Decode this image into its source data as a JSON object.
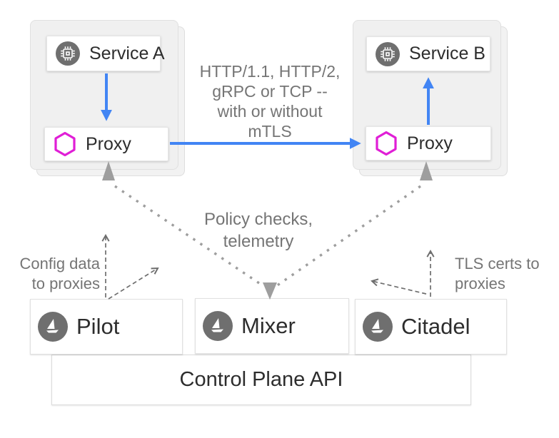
{
  "pods": {
    "left": {
      "service": "Service A",
      "proxy": "Proxy"
    },
    "right": {
      "service": "Service B",
      "proxy": "Proxy"
    }
  },
  "annotations": {
    "traffic": {
      "line1": "HTTP/1.1, HTTP/2,",
      "line2": "gRPC or TCP --",
      "line3": "with or without",
      "line4": "mTLS"
    },
    "policy": {
      "line1": "Policy checks,",
      "line2": "telemetry"
    },
    "config": {
      "line1": "Config data",
      "line2": "to proxies"
    },
    "tls": {
      "line1": "TLS certs to",
      "line2": "proxies"
    }
  },
  "control_plane": {
    "components": [
      {
        "label": "Pilot"
      },
      {
        "label": "Mixer"
      },
      {
        "label": "Citadel"
      }
    ],
    "api_label": "Control Plane API"
  },
  "icons": {
    "service": "cpu-chip-icon",
    "proxy": "magenta-hexagon-icon",
    "component": "istio-sailboat-icon"
  },
  "palette": {
    "traffic_blue": "#4285F4",
    "proxy_magenta": "#E01ED6",
    "pod_fill": "#F0F0F0",
    "pod_border": "#E0E0E0",
    "icon_circle_gray": "#6F6F6F",
    "telemetry_arrow_gray": "#9E9E9E",
    "dashed_arrow_gray": "#6E6E6E",
    "note_text_gray": "#757575",
    "label_text_dark": "#2D2D2D"
  }
}
